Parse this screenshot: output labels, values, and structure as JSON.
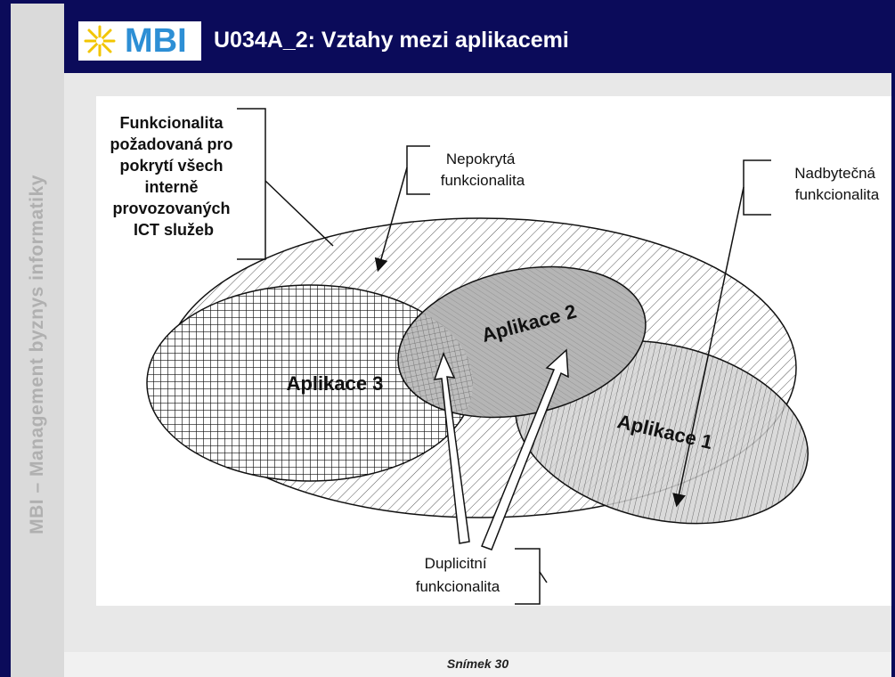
{
  "header": {
    "logo_text": "MBI",
    "title": "U034A_2: Vztahy mezi aplikacemi"
  },
  "sidebar": {
    "text": "MBI – Management byznys informatiky"
  },
  "diagram": {
    "required_label": [
      "Funkcionalita",
      "požadovaná pro",
      "pokrytí všech",
      "interně",
      "provozovaných",
      "ICT služeb"
    ],
    "uncovered_label": [
      "Nepokrytá",
      "funkcionalita"
    ],
    "redundant_label": [
      "Nadbytečná",
      "funkcionalita"
    ],
    "duplicate_label": [
      "Duplicitní",
      "funkcionalita"
    ],
    "app3": "Aplikace 3",
    "app2": "Aplikace 2",
    "app1": "Aplikace 1"
  },
  "footer": {
    "slide_label": "Snímek  30"
  },
  "colors": {
    "header_bg": "#0b0b5a",
    "logo_blue": "#2d8fd5",
    "sun_yellow": "#f2c500"
  }
}
